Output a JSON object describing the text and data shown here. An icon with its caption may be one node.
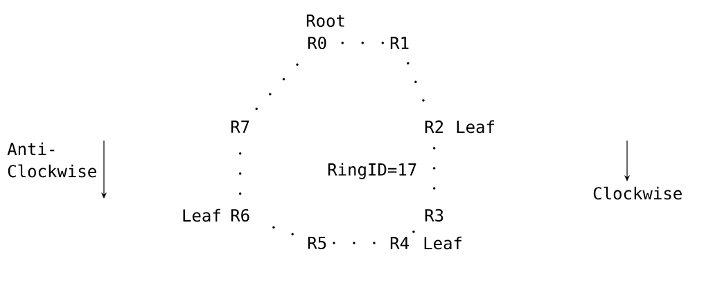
{
  "diagram": {
    "nodes": [
      {
        "text": [
          "R0"
        ],
        "beside": [
          "Root"
        ]
      },
      {
        "text": [
          "R1"
        ]
      },
      {
        "text": [
          "R2"
        ],
        "beside": [
          "Leaf"
        ]
      },
      {
        "text": [
          "R3"
        ]
      },
      {
        "text": [
          "R4"
        ],
        "beside": [
          "Leaf"
        ]
      },
      {
        "text": [
          "R5"
        ]
      },
      {
        "text": [
          "R6"
        ],
        "beside": [
          "Leaf"
        ]
      },
      {
        "text": [
          "R7"
        ]
      }
    ],
    "edges": [
      {
        "from": 0,
        "to": 1,
        "arrow": "none"
      },
      {
        "from": 1,
        "to": 2,
        "arrow": "none"
      },
      {
        "from": 2,
        "to": 3,
        "arrow": "none"
      },
      {
        "from": 3,
        "to": 4,
        "arrow": "none"
      },
      {
        "from": 4,
        "to": 5,
        "arrow": "none"
      },
      {
        "from": 5,
        "to": 6,
        "arrow": "none"
      },
      {
        "from": 6,
        "to": 7,
        "arrow": "none"
      },
      {
        "from": 7,
        "to": 0,
        "arrow": "none"
      }
    ],
    "labels": [
      "Anti- Clockwise",
      "RingID=17",
      "Clockwise"
    ]
  }
}
